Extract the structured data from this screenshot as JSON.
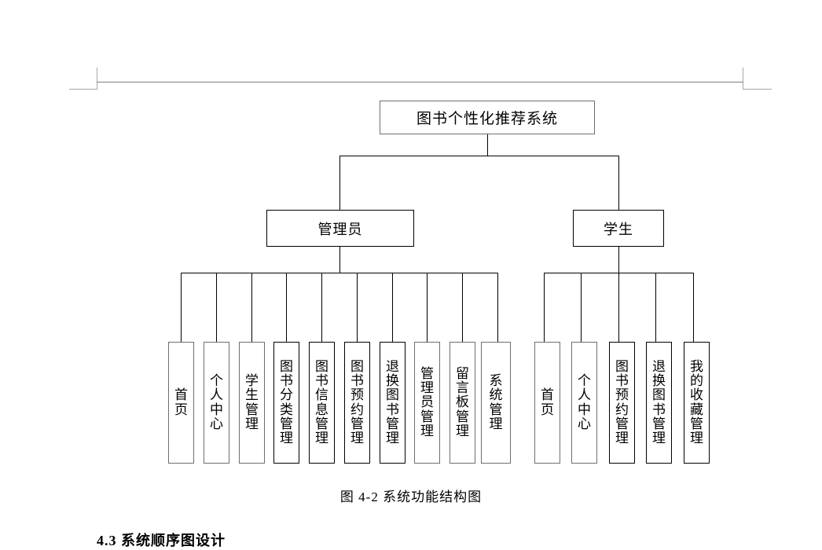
{
  "document": {
    "page_background": "#ffffff",
    "header_rule_color": "#7f7f7f",
    "margin_mark_color": "#a6a6a6",
    "line_color": "#000000",
    "caption": "图 4-2  系统功能结构图",
    "next_heading": "4.3 系统顺序图设计"
  },
  "chart_data": {
    "type": "diagram",
    "diagram_type": "tree",
    "title": "图 4-2  系统功能结构图",
    "root": {
      "label": "图书个性化推荐系统",
      "children": [
        {
          "label": "管理员",
          "children": [
            {
              "label": "首页"
            },
            {
              "label": "个人中心"
            },
            {
              "label": "学生管理"
            },
            {
              "label": "图书分类管理"
            },
            {
              "label": "图书信息管理"
            },
            {
              "label": "图书预约管理"
            },
            {
              "label": "退换图书管理"
            },
            {
              "label": "管理员管理"
            },
            {
              "label": "留言板管理"
            },
            {
              "label": "系统管理"
            }
          ]
        },
        {
          "label": "学生",
          "children": [
            {
              "label": "首页"
            },
            {
              "label": "个人中心"
            },
            {
              "label": "图书预约管理"
            },
            {
              "label": "退换图书管理"
            },
            {
              "label": "我的收藏管理"
            }
          ]
        }
      ]
    }
  },
  "nodes": {
    "root": {
      "label": "图书个性化推荐系统"
    },
    "admin": {
      "label": "管理员"
    },
    "student": {
      "label": "学生"
    },
    "admin_leaves": [
      {
        "label": "首页"
      },
      {
        "label": "个人中心"
      },
      {
        "label": "学生管理"
      },
      {
        "label": "图书分类管理"
      },
      {
        "label": "图书信息管理"
      },
      {
        "label": "图书预约管理"
      },
      {
        "label": "退换图书管理"
      },
      {
        "label": "管理员管理"
      },
      {
        "label": "留言板管理"
      },
      {
        "label": "系统管理"
      }
    ],
    "student_leaves": [
      {
        "label": "首页"
      },
      {
        "label": "个人中心"
      },
      {
        "label": "图书预约管理"
      },
      {
        "label": "退换图书管理"
      },
      {
        "label": "我的收藏管理"
      }
    ]
  }
}
